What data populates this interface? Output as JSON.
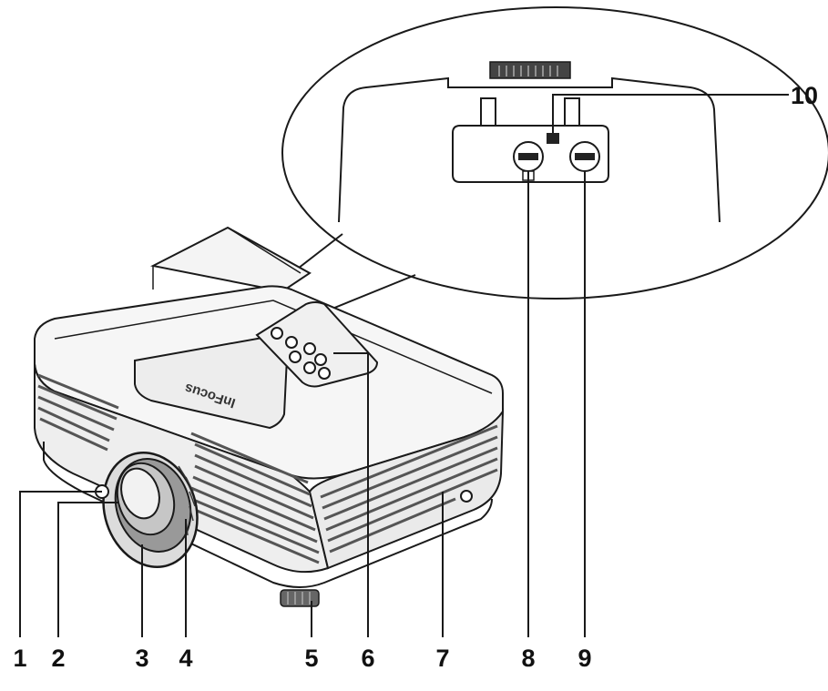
{
  "diagram": {
    "brand_logo": "InFocus",
    "colors": {
      "line": "#1a1a1a",
      "body_fill": "#f4f4f4",
      "grille": "#555555",
      "text": "#111111"
    },
    "callouts": [
      {
        "id": "1",
        "label": "1"
      },
      {
        "id": "2",
        "label": "2"
      },
      {
        "id": "3",
        "label": "3"
      },
      {
        "id": "4",
        "label": "4"
      },
      {
        "id": "5",
        "label": "5"
      },
      {
        "id": "6",
        "label": "6"
      },
      {
        "id": "7",
        "label": "7"
      },
      {
        "id": "8",
        "label": "8"
      },
      {
        "id": "9",
        "label": "9"
      },
      {
        "id": "10",
        "label": "10"
      }
    ]
  }
}
